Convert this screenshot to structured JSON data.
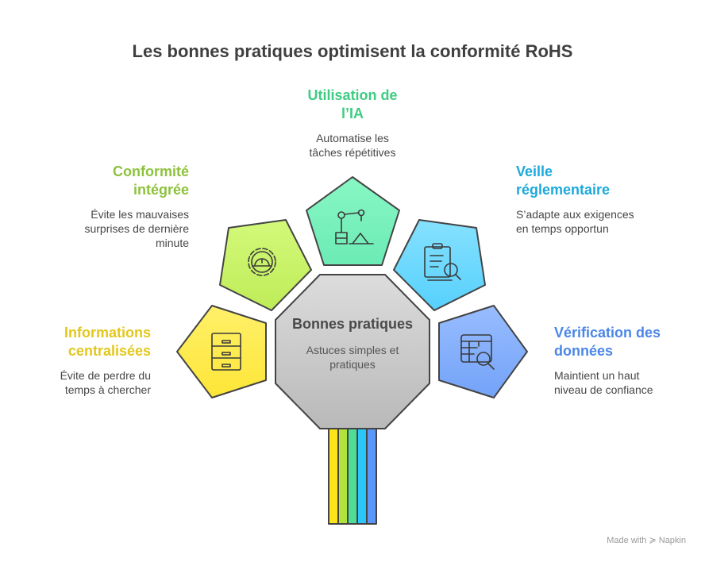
{
  "title": "Les bonnes pratiques optimisent la conformité RoHS",
  "center": {
    "title": "Bonnes pratiques",
    "subtitle": "Astuces simples et pratiques"
  },
  "items": [
    {
      "title": "Informations centralisées",
      "desc": "Évite de perdre du temps à chercher",
      "color": "#e3c71a",
      "icon": "filing-cabinet-icon"
    },
    {
      "title": "Conformité intégrée",
      "desc": "Évite les mauvaises surprises de dernière minute",
      "color": "#8dc23c",
      "icon": "gear-hardhat-icon"
    },
    {
      "title": "Utilisation de l’IA",
      "desc": "Automatise les tâches répétitives",
      "color": "#3dcc82",
      "icon": "robot-arm-icon"
    },
    {
      "title": "Veille réglementaire",
      "desc": "S’adapte aux exigences en temps opportun",
      "color": "#1ca9dd",
      "icon": "clipboard-search-icon"
    },
    {
      "title": "Vérification des données",
      "desc": "Maintient un haut niveau de confiance",
      "color": "#4a86e8",
      "icon": "table-search-icon"
    }
  ],
  "footer": {
    "text": "Made with",
    "brand": "Napkin"
  }
}
